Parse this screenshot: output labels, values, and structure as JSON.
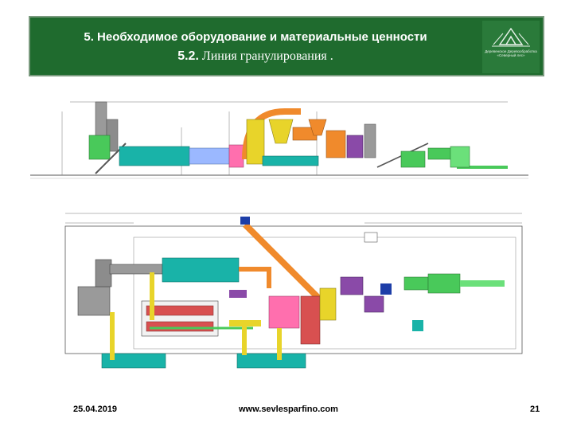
{
  "header": {
    "title_num": "5.",
    "title": "Необходимое оборудование и материальные ценности",
    "subtitle_num": "5.2.",
    "subtitle": "Линия гранулирования .",
    "logo_text": "Деревенское Деревообработка «Северный лес»"
  },
  "footer": {
    "date": "25.04.2019",
    "website": "www.sevlesparfino.com",
    "page_number": "21"
  },
  "colors": {
    "header_bg": "#1f6b2e",
    "teal": "#19b3a8",
    "orange": "#f08a2c",
    "green": "#49c95a",
    "purple": "#8a4aa8",
    "gray": "#8c8c8c",
    "yellow": "#e8d42a"
  }
}
